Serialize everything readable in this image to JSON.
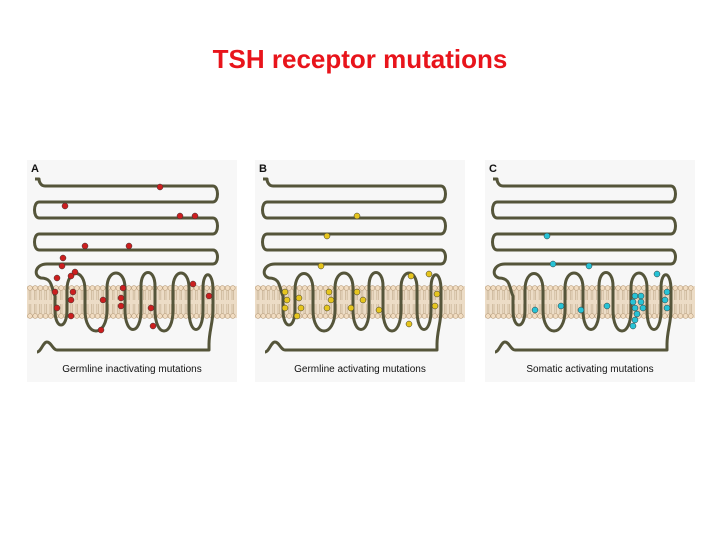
{
  "slide": {
    "title": "TSH receptor mutations"
  },
  "figure": {
    "colors": {
      "background": "#ffffff",
      "title": "#e8141b",
      "strand": "#55553a"
    },
    "panels": [
      {
        "letter": "A",
        "caption": "Germline inactivating mutations",
        "mutation_color": "#cc1f1f"
      },
      {
        "letter": "B",
        "caption": "Germline activating mutations",
        "mutation_color": "#e6c51e"
      },
      {
        "letter": "C",
        "caption": "Somatic activating mutations",
        "mutation_color": "#27c3d6"
      }
    ]
  }
}
